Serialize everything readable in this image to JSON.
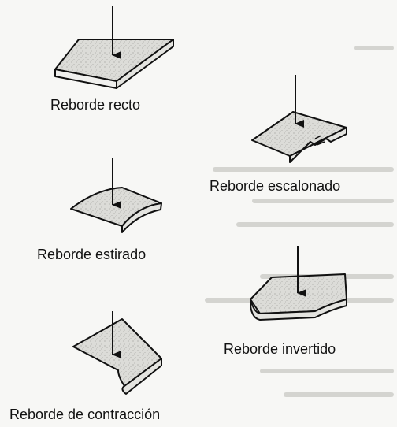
{
  "figure": {
    "labels": {
      "recto": "Reborde recto",
      "escalonado": "Reborde escalonado",
      "estirado": "Reborde estirado",
      "invertido": "Reborde invertido",
      "contraccion": "Reborde de contracción"
    },
    "colors": {
      "ink": "#111111",
      "fill": "#d9d9d6",
      "paper": "#f7f7f5",
      "bleed": "#d4d4d0"
    }
  }
}
